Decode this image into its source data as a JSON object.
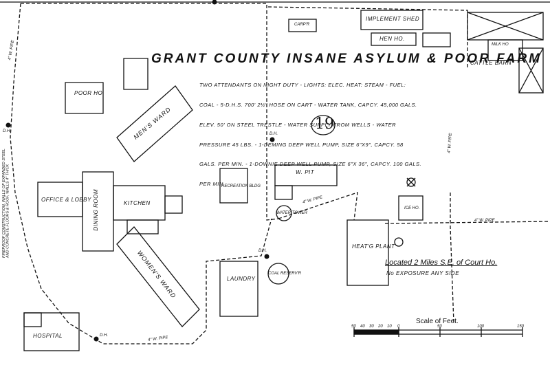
{
  "title": "GRANT COUNTY INSANE ASYLUM & POOR FARM",
  "sheet_number": "19",
  "notes": [
    "TWO ATTENDANTS ON NIGHT DUTY - LIGHTS: ELEC. HEAT: STEAM - FUEL:",
    "COAL - 5-D.H.S. 700' 2½\" HOSE ON CART - WATER TANK, CAPCY. 45,000 GALS.",
    "ELEV. 50' ON STEEL TRESTLE - WATER SUPPLY FROM WELLS - WATER",
    "PRESSURE 45 LBS. - 1-DEMING DEEP WELL PUMP, SIZE 6\"X9\", CAPCY. 58",
    "GALS. PER MIN. - 1-DOWNIE DEEP WELL PUMP, SIZE 6\"X 36\", CAPCY. 100 GALS.",
    "PER MIN"
  ],
  "buildings": {
    "poor_ho": "POOR HO.",
    "mens_ward": "MEN'S WARD",
    "womens_ward": "WOMEN'S WARD",
    "office_lobby": "OFFICE & LOBBY",
    "dining_room": "DINING ROOM",
    "kitchen": "KITCHEN",
    "laundry": "LAUNDRY",
    "hospital": "HOSPITAL",
    "recreation_bldg": "RECREATION BLDG",
    "implement_shed": "IMPLEMENT SHED",
    "hen_ho": "HEN HO.",
    "carpr": "CARP'R",
    "cattle_barn": "CATTLE BARN",
    "milk_ho": "MILK HO",
    "ice_ho": "ICE HO.",
    "heat_plant": "HEAT'G PLANT",
    "w_pit": "W. PIT",
    "water_tower": "WATER TOWER",
    "coal_reservoir": "COAL RESERV'R"
  },
  "pipes": {
    "four_w_pipe": "4\" W. PIPE"
  },
  "hydrant_label": "D.H.",
  "location_note": "Located 2 Miles S.E. of Court Ho.",
  "exposure_note": "No EXPOSURE ANY SIDE",
  "side_note": "FIREPROOF CONSTRUCTION, WALLS OF EXPANDED STEEL AND CONCRETE FLOORS & ROOF, WALLS 4\" THICK",
  "scale": {
    "title": "Scale of Feet.",
    "ticks": [
      "50",
      "40",
      "30",
      "20",
      "10",
      "0",
      "50",
      "100",
      "150"
    ]
  },
  "colors": {
    "ink": "#111111",
    "paper": "#ffffff"
  }
}
